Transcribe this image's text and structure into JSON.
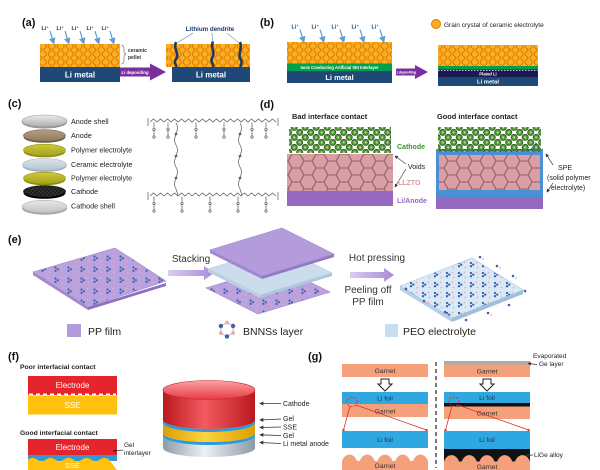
{
  "panels": {
    "a": {
      "label": "(a)",
      "li_ion": "Li⁺",
      "ceramic_line1": "ceramic",
      "ceramic_line2": "pellet",
      "li_metal": "Li metal",
      "li_depositing": "Li depositing",
      "lithium_dendrite": "Lithium dendrite"
    },
    "b": {
      "label": "(b)",
      "li_ion": "Li⁺",
      "legend": "Grain crystal of ceramic electrolyte",
      "sei": "Ionic Conducting Artificial SEI Interlayer",
      "li_metal": "Li metal",
      "li_depositing": "Li depositing",
      "plated_li": "Plated Li"
    },
    "c": {
      "label": "(c)",
      "layers": [
        "Anode shell",
        "Anode",
        "Polymer electrolyte",
        "Ceramic electrolyte",
        "Polymer electrolyte",
        "Cathode",
        "Cathode shell"
      ]
    },
    "d": {
      "label": "(d)",
      "bad_title": "Bad interface contact",
      "good_title": "Good interface contact",
      "cathode": "Cathode",
      "voids": "Voids",
      "llzto": "LLZTO",
      "li_anode": "Li/Anode",
      "spe1": "SPE",
      "spe2": "(solid polymer",
      "spe3": "electrolyte)"
    },
    "e": {
      "label": "(e)",
      "stacking": "Stacking",
      "hot_pressing": "Hot pressing",
      "peeling1": "Peeling off",
      "peeling2": "PP film",
      "legend_pp": "PP film",
      "legend_bnns": "BNNSs layer",
      "legend_peo": "PEO electrolyte"
    },
    "f": {
      "label": "(f)",
      "poor_title": "Poor interfacial contact",
      "good_title": "Good interfacial contact",
      "electrode": "Electrode",
      "sse": "SSE",
      "gel1": "Gel",
      "gel2": "interlayer",
      "cyl_cathode": "Cathode",
      "cyl_gel_top": "Gel",
      "cyl_sse": "SSE",
      "cyl_gel_bottom": "Gel",
      "cyl_li": "Li metal anode"
    },
    "g": {
      "label": "(g)",
      "garnet": "Garnet",
      "li_foil": "Li foil",
      "evap1": "Evaporated",
      "evap2": "Ge layer",
      "lige": "LiGe alloy"
    }
  },
  "colors": {
    "ceramic_grain_orange": "#FFAE1C",
    "grain_border": "#D97B00",
    "li_metal_navy": "#1E4976",
    "li_ion_blue": "#5B9BD5",
    "deposit_arrow_purple": "#7B2F9F",
    "sei_green": "#00A14B",
    "plated_li_navy": "#1A1A52",
    "cathode_particle_green": "#4E9334",
    "llzto_pink": "#DB9EA4",
    "anode_purple": "#9768C0",
    "spe_blue": "#4B8FD5",
    "pp_film_purple": "#B49BDB",
    "peo_blue": "#C7DDF0",
    "electrode_red": "#E6242B",
    "sse_yellow": "#FFC10E",
    "gel_blue": "#2E9BD6",
    "garnet_salmon": "#F4A07A",
    "li_foil_blue": "#2FA8E1",
    "lige_black": "#111111",
    "ge_gray": "#ABABAB",
    "annotation_red": "#E03030"
  }
}
